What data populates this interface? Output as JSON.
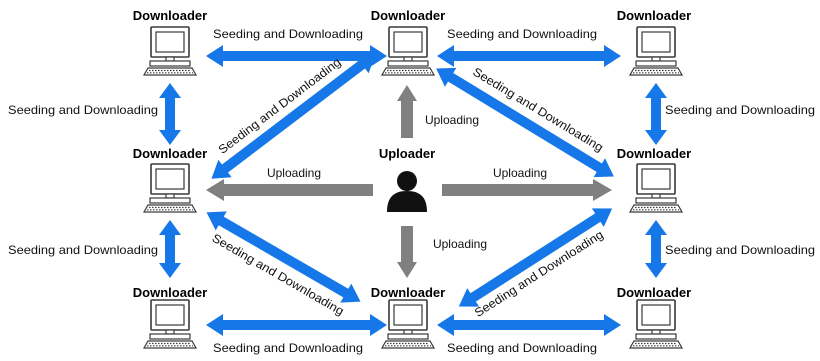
{
  "colors": {
    "peer_arrow": "#1677e8",
    "upload_arrow": "#808080",
    "computer_stroke": "#3a3a3a",
    "uploader_icon": "#111111"
  },
  "nodes": {
    "uploader": {
      "title": "Uploader",
      "icon": "person-icon"
    },
    "downloader_tl": {
      "title": "Downloader",
      "icon": "computer-icon"
    },
    "downloader_tc": {
      "title": "Downloader",
      "icon": "computer-icon"
    },
    "downloader_tr": {
      "title": "Downloader",
      "icon": "computer-icon"
    },
    "downloader_ml": {
      "title": "Downloader",
      "icon": "computer-icon"
    },
    "downloader_mr": {
      "title": "Downloader",
      "icon": "computer-icon"
    },
    "downloader_bl": {
      "title": "Downloader",
      "icon": "computer-icon"
    },
    "downloader_bc": {
      "title": "Downloader",
      "icon": "computer-icon"
    },
    "downloader_br": {
      "title": "Downloader",
      "icon": "computer-icon"
    }
  },
  "labels": {
    "top_left_h": "Seeding and Downloading",
    "top_right_h": "Seeding and Downloading",
    "bottom_left_h": "Seeding and Downloading",
    "bottom_right_h": "Seeding and Downloading",
    "left_upper_v": "Seeding and Downloading",
    "left_lower_v": "Seeding and Downloading",
    "right_upper_v": "Seeding and Downloading",
    "right_lower_v": "Seeding and Downloading",
    "diag_ml_tc": "Seeding and Downloading",
    "diag_tc_mr": "Seeding and Downloading",
    "diag_ml_bc": "Seeding and Downloading",
    "diag_bc_mr": "Seeding and Downloading",
    "upload_up": "Uploading",
    "upload_down": "Uploading",
    "upload_left": "Uploading",
    "upload_right": "Uploading"
  }
}
